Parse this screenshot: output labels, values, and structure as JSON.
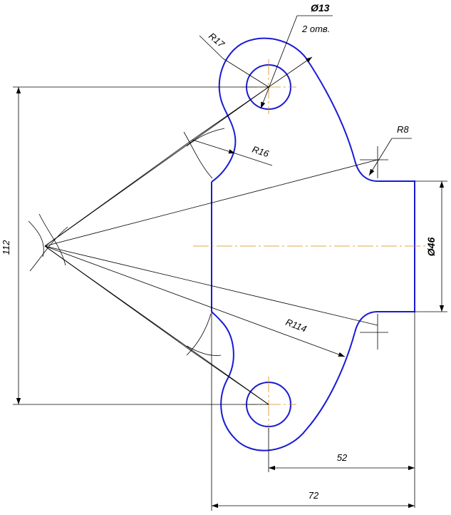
{
  "labels": {
    "radius_top": "R17",
    "radius_concave": "R16",
    "radius_fillet": "R8",
    "radius_large": "R114",
    "hole_symbol": "Ø",
    "hole_diameter": "13",
    "hole_count": "2 отв.",
    "height": "112",
    "slot_width": "46",
    "width_inner": "52",
    "width_total": "72"
  },
  "colors": {
    "contour": "#1a1ad6",
    "centerline": "#d98a1a",
    "dimension": "#000000"
  }
}
